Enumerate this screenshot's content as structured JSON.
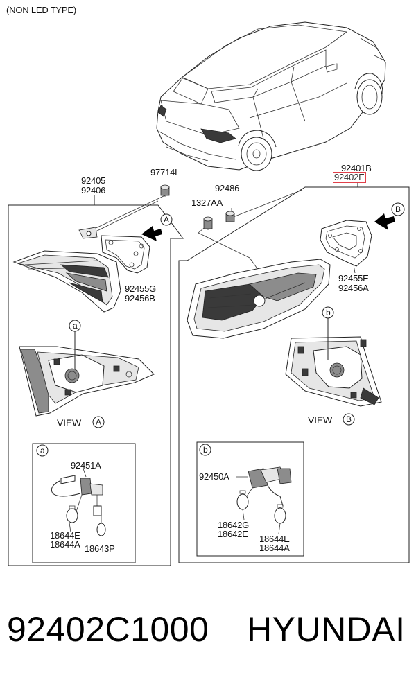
{
  "header": {
    "type_note": "(NON LED TYPE)"
  },
  "labels": {
    "p92405": "92405",
    "p92406": "92406",
    "p97714L": "97714L",
    "p92486": "92486",
    "p1327AA": "1327AA",
    "p92401B": "92401B",
    "p92402E": "92402E",
    "p92455G": "92455G",
    "p92456B": "92456B",
    "p92455E": "92455E",
    "p92456A": "92456A",
    "p92451A": "92451A",
    "p18644E_a": "18644E",
    "p18644A_a": "18644A",
    "p18643P": "18643P",
    "p92450A": "92450A",
    "p18642G": "18642G",
    "p18642E": "18642E",
    "p18644E_b": "18644E",
    "p18644A_b": "18644A"
  },
  "callouts": {
    "A": "A",
    "B": "B",
    "a": "a",
    "b": "b"
  },
  "views": {
    "view_word": "VIEW"
  },
  "footer": {
    "part_number": "92402C1000",
    "brand": "HYUNDAI"
  },
  "colors": {
    "highlight": "#e0404a"
  }
}
